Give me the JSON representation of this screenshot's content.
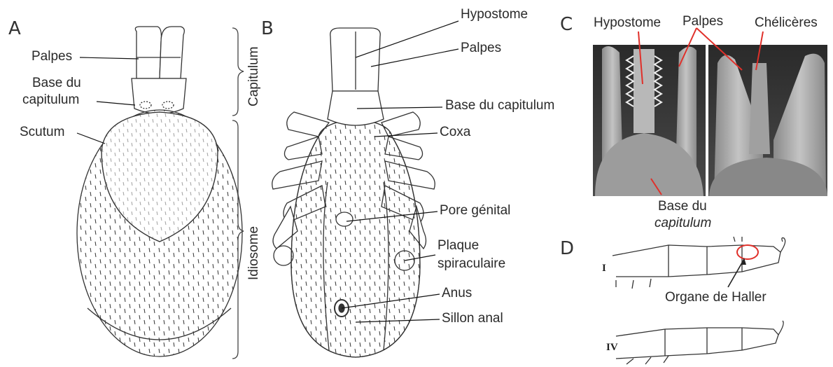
{
  "panels": {
    "a": "A",
    "b": "B",
    "c": "C",
    "d": "D"
  },
  "panel_a": {
    "palpes": "Palpes",
    "base_line1": "Base du",
    "base_line2": "capitulum",
    "scutum": "Scutum"
  },
  "regions": {
    "capitulum": "Capitulum",
    "idiosome": "Idiosome"
  },
  "panel_b": {
    "hypostome": "Hypostome",
    "palpes": "Palpes",
    "base": "Base du capitulum",
    "coxa": "Coxa",
    "pore": "Pore génital",
    "plaque_line1": "Plaque",
    "plaque_line2": "spiraculaire",
    "anus": "Anus",
    "sillon": "Sillon anal"
  },
  "panel_c": {
    "hypostome": "Hypostome",
    "palpes": "Palpes",
    "chelicerae": "Chélicères",
    "base_line1": "Base du",
    "base_line2": "capitulum"
  },
  "panel_d": {
    "leg_i": "I",
    "leg_iv": "IV",
    "haller": "Organe de Haller"
  },
  "colors": {
    "accent": "#e0302a",
    "photo": "#6a6a6a"
  }
}
